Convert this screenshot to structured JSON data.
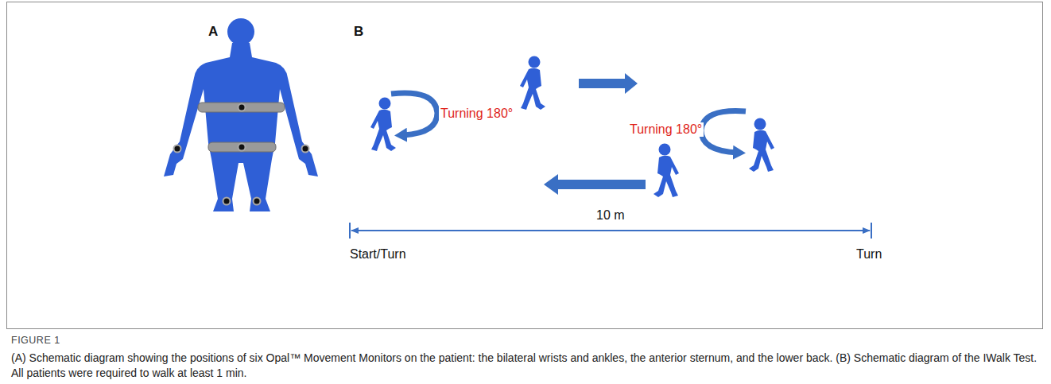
{
  "diagram": {
    "caption": "(A) Schematic diagram showing the positions of six Opal™ Movement Monitors on the patient: the bilateral wrists and ankles, the anterior sternum, and the lower back. (B) Schematic diagram of the IWalk Test. All patients were required to walk at least 1 min.",
    "labels": [
      "A",
      "B",
      "Turning 180°",
      "Turning 180°",
      "10 m",
      "Start/Turn",
      "Turn",
      "FIGURE 1"
    ]
  }
}
